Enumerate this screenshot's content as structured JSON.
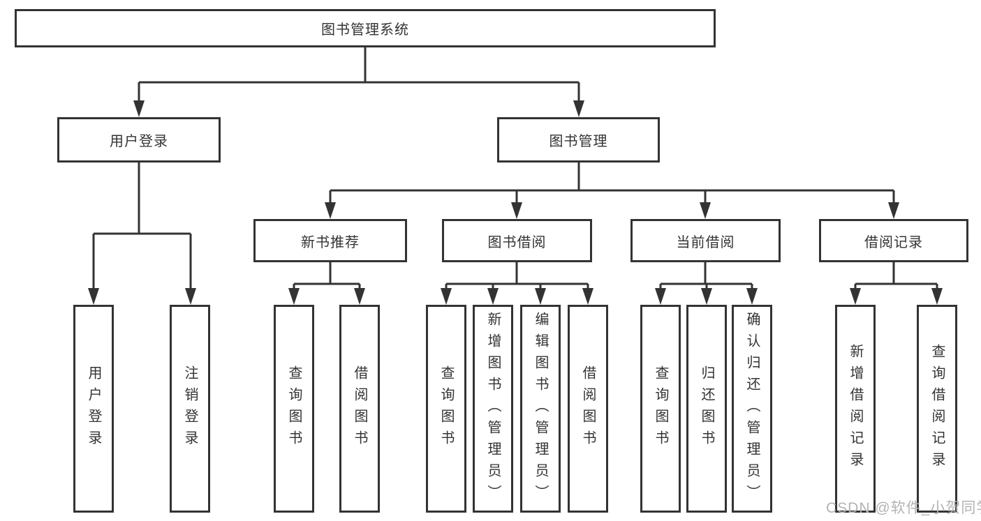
{
  "diagram": {
    "root": {
      "label": "图书管理系统"
    },
    "level2": [
      {
        "label": "用户登录"
      },
      {
        "label": "图书管理"
      }
    ],
    "level3": [
      {
        "label": "新书推荐"
      },
      {
        "label": "图书借阅"
      },
      {
        "label": "当前借阅"
      },
      {
        "label": "借阅记录"
      }
    ],
    "leaves": [
      {
        "label": "用户登录"
      },
      {
        "label": "注销登录"
      },
      {
        "label": "查询图书"
      },
      {
        "label": "借阅图书"
      },
      {
        "label": "查询图书"
      },
      {
        "label": "新增图书（管理员）"
      },
      {
        "label": "编辑图书（管理员）"
      },
      {
        "label": "借阅图书"
      },
      {
        "label": "查询图书"
      },
      {
        "label": "归还图书"
      },
      {
        "label": "确认归还（管理员）"
      },
      {
        "label": "新增借阅记录"
      },
      {
        "label": "查询借阅记录"
      }
    ],
    "colors": {
      "line": "#333333",
      "border": "#333333",
      "text": "#333333",
      "background": "#ffffff"
    }
  },
  "watermark": {
    "text": "CSDN @软件_小贺同学",
    "color": "#b3b3b3"
  }
}
